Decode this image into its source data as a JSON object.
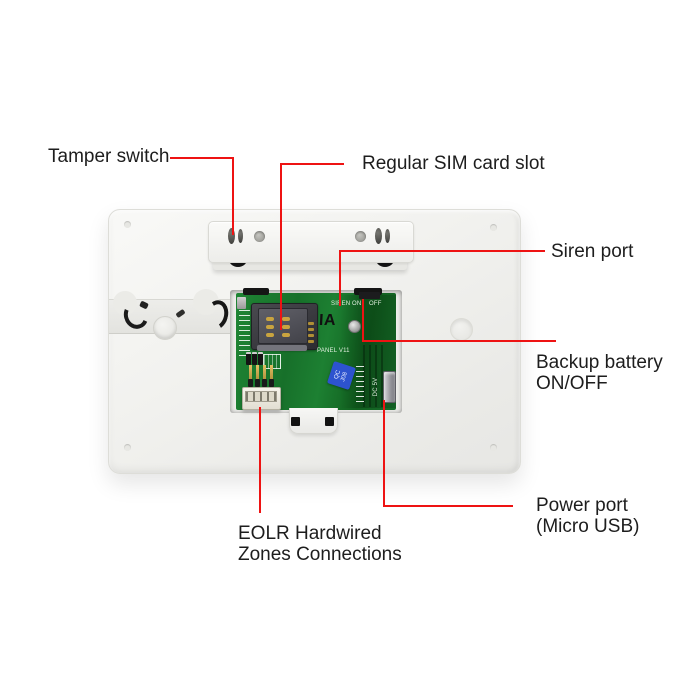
{
  "figure": {
    "type": "annotated-product-diagram",
    "subject": "Security alarm panel, rear view with open board compartment"
  },
  "annotations": {
    "tamper_switch": {
      "label": "Tamper switch"
    },
    "sim_slot": {
      "label": "Regular SIM card slot"
    },
    "siren_port": {
      "label": "Siren port"
    },
    "backup_battery": {
      "line1": "Backup battery",
      "line2": "ON/OFF"
    },
    "eolr": {
      "line1": "EOLR Hardwired",
      "line2": "Zones Connections"
    },
    "power_port": {
      "line1": "Power port",
      "line2": "(Micro USB)"
    }
  },
  "pcb_silkscreen": {
    "siren": "SIREN",
    "on": "ON",
    "off": "OFF",
    "logo": "IA",
    "panel_version": "PANEL V11",
    "sticker": "QC\nJ08",
    "usb": "DC 5V"
  },
  "colors": {
    "annotation_line": "#ee1313",
    "label_text": "#1d1d1d",
    "pcb_green": "#1d8032",
    "sticker_blue": "#2d53cf",
    "device_body": "#f1f1ee"
  }
}
